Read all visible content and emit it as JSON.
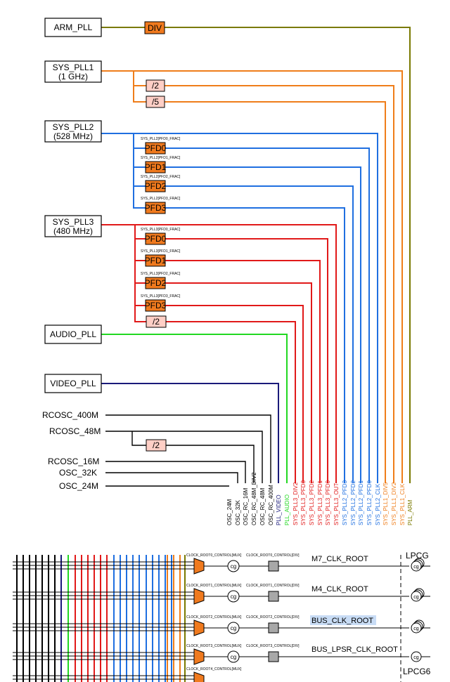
{
  "colors": {
    "arm": "#7a7a00",
    "sys_pll1": "#ef7d1a",
    "sys_pll2": "#1f6fe0",
    "sys_pll3": "#e11919",
    "audio": "#22d822",
    "video": "#1a1a7a",
    "osc": "#000000",
    "pfd_fill": "#f07a1e",
    "div_fill": "#ffcfc6",
    "selected_highlight": "#c8dcf5"
  },
  "sources": [
    {
      "id": "arm_pll",
      "lines": [
        "ARM_PLL"
      ]
    },
    {
      "id": "sys_pll1",
      "lines": [
        "SYS_PLL1",
        "(1 GHz)"
      ]
    },
    {
      "id": "sys_pll2",
      "lines": [
        "SYS_PLL2",
        "(528 MHz)"
      ]
    },
    {
      "id": "sys_pll3",
      "lines": [
        "SYS_PLL3",
        "(480 MHz)"
      ]
    },
    {
      "id": "audio_pll",
      "lines": [
        "AUDIO_PLL"
      ]
    },
    {
      "id": "video_pll",
      "lines": [
        "VIDEO_PLL"
      ]
    }
  ],
  "osc_sources": [
    "RCOSC_400M",
    "RCOSC_48M",
    "RCOSC_16M",
    "OSC_32K",
    "OSC_24M"
  ],
  "dividers": {
    "arm_div": "DIV",
    "pll1_div2": "/2",
    "pll1_div5": "/5",
    "pll3_div2": "/2",
    "rc48_div2": "/2"
  },
  "pfd": {
    "pll2": [
      {
        "reg": "SYS_PLL2[PFD0_FRAC]",
        "label": "PFD0"
      },
      {
        "reg": "SYS_PLL2[PFD1_FRAC]",
        "label": "PFD1"
      },
      {
        "reg": "SYS_PLL2[PFD2_FRAC]",
        "label": "PFD2"
      },
      {
        "reg": "SYS_PLL2[PFD3_FRAC]",
        "label": "PFD3"
      }
    ],
    "pll3": [
      {
        "reg": "SYS_PLL3[PFD0_FRAC]",
        "label": "PFD0"
      },
      {
        "reg": "SYS_PLL3[PFD1_FRAC]",
        "label": "PFD1"
      },
      {
        "reg": "SYS_PLL3[PFD2_FRAC]",
        "label": "PFD2"
      },
      {
        "reg": "SYS_PLL3[PFD3_FRAC]",
        "label": "PFD3"
      }
    ]
  },
  "columns": [
    {
      "label": "OSC_24M",
      "group": "osc"
    },
    {
      "label": "OSC_32K",
      "group": "osc"
    },
    {
      "label": "OSC_RC_16M",
      "group": "osc"
    },
    {
      "label": "OSC_RC_48M_DIV2",
      "group": "osc"
    },
    {
      "label": "OSC_RC_48M",
      "group": "osc"
    },
    {
      "label": "OSC_RC_400M",
      "group": "osc"
    },
    {
      "label": "PLL_VIDEO",
      "group": "video"
    },
    {
      "label": "PLL_AUDIO",
      "group": "audio"
    },
    {
      "label": "SYS_PLL3_DIV2",
      "group": "sys_pll3"
    },
    {
      "label": "SYS_PLL3_PFD3",
      "group": "sys_pll3"
    },
    {
      "label": "SYS_PLL3_PFD2",
      "group": "sys_pll3"
    },
    {
      "label": "SYS_PLL3_PFD1",
      "group": "sys_pll3"
    },
    {
      "label": "SYS_PLL3_PFD0",
      "group": "sys_pll3"
    },
    {
      "label": "SYS_PLL3_OUT",
      "group": "sys_pll3"
    },
    {
      "label": "SYS_PLL2_PFD3",
      "group": "sys_pll2"
    },
    {
      "label": "SYS_PLL2_PFD2",
      "group": "sys_pll2"
    },
    {
      "label": "SYS_PLL2_PFD1",
      "group": "sys_pll2"
    },
    {
      "label": "SYS_PLL2_PFD0",
      "group": "sys_pll2"
    },
    {
      "label": "SYS_PLL2_CLK",
      "group": "sys_pll2"
    },
    {
      "label": "SYS_PLL1_DIV5",
      "group": "sys_pll1"
    },
    {
      "label": "SYS_PLL1_DIV2",
      "group": "sys_pll1"
    },
    {
      "label": "SYS_PLL1_CLK",
      "group": "sys_pll1"
    },
    {
      "label": "PLL_ARM",
      "group": "arm"
    }
  ],
  "roots": [
    {
      "mux": "CLOCK_ROOT0_CONTROL[MUX]",
      "div": "CLOCK_ROOT0_CONTROL[DIV]",
      "name": "M7_CLK_ROOT",
      "selected": false
    },
    {
      "mux": "CLOCK_ROOT1_CONTROL[MUX]",
      "div": "CLOCK_ROOT1_CONTROL[DIV]",
      "name": "M4_CLK_ROOT",
      "selected": false
    },
    {
      "mux": "CLOCK_ROOT2_CONTROL[MUX]",
      "div": "CLOCK_ROOT2_CONTROL[DIV]",
      "name": "BUS_CLK_ROOT",
      "selected": true
    },
    {
      "mux": "CLOCK_ROOT3_CONTROL[MUX]",
      "div": "CLOCK_ROOT3_CONTROL[DIV]",
      "name": "BUS_LPSR_CLK_ROOT",
      "selected": false
    },
    {
      "mux": "CLOCK_ROOT4_CONTROL[MUX]",
      "div": "",
      "name": "",
      "selected": false
    }
  ],
  "gate_label": "cg",
  "lpcg": {
    "top": "LPCG",
    "bottom": "LPCG6"
  }
}
